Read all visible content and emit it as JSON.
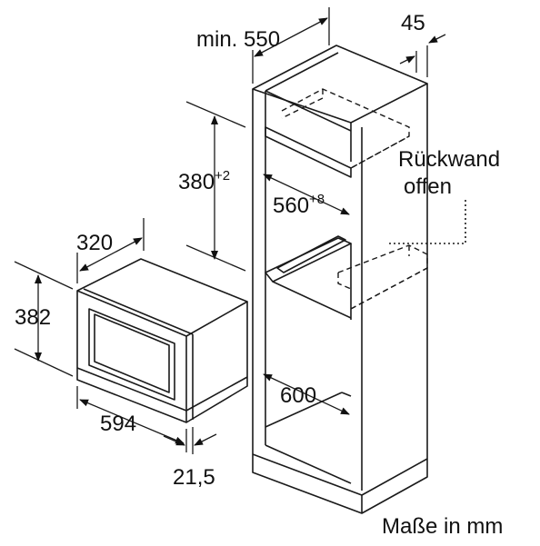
{
  "labels": {
    "cabinet_width": "min. 550",
    "depth_offset": "45",
    "niche_height_base": "380",
    "niche_height_tol": "+2",
    "niche_width_base": "560",
    "niche_width_tol": "+8",
    "back_wall_line1": "Rückwand",
    "back_wall_line2": "offen",
    "cabinet_depth": "600",
    "oven_depth": "320",
    "oven_height": "382",
    "oven_width": "594",
    "front_thickness": "21,5",
    "units_note": "Maße in mm"
  }
}
